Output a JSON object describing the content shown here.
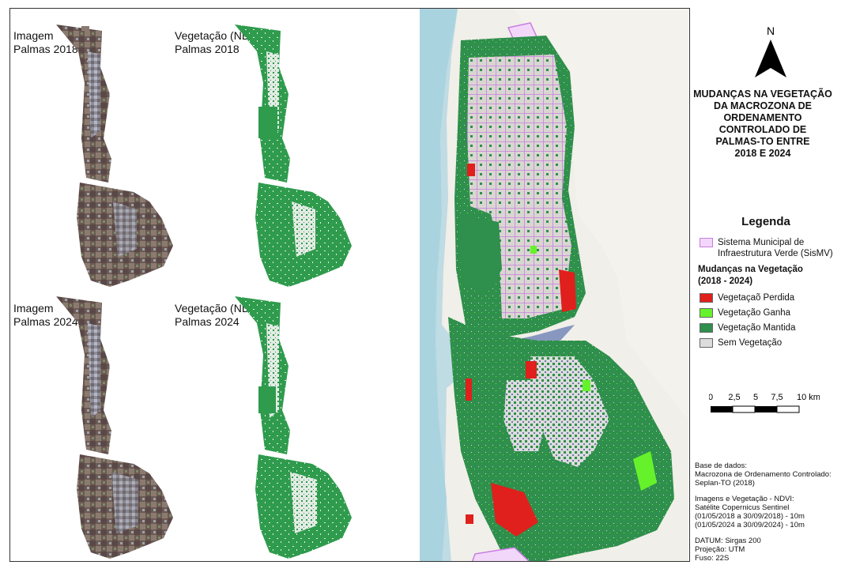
{
  "labels": {
    "img2018": [
      "Imagem",
      "Palmas 2018"
    ],
    "ndvi2018": [
      "Vegetação (NDVI)",
      "Palmas 2018"
    ],
    "img2024": [
      "Imagem",
      "Palmas 2024"
    ],
    "ndvi2024": [
      "Vegetação (NDVI)",
      "Palmas 2024"
    ]
  },
  "north": "N",
  "title": [
    "MUDANÇAS NA VEGETAÇÃO",
    "DA MACROZONA DE",
    "ORDENAMENTO",
    "CONTROLADO DE",
    "PALMAS-TO ENTRE",
    "2018 E 2024"
  ],
  "legend": {
    "title": "Legenda",
    "sismv": [
      "Sistema Municipal de",
      "Infraestrutura Verde (SisMV)"
    ],
    "subtitle": [
      "Mudanças na Vegetação",
      "(2018 - 2024)"
    ],
    "items": [
      {
        "label": "Vegetaçaõ Perdida",
        "color": "#e0201c"
      },
      {
        "label": "Vegetação Ganha",
        "color": "#66f22a"
      },
      {
        "label": "Vegetação Mantida",
        "color": "#2f8f4c"
      },
      {
        "label": "Sem Vegetação",
        "color": "#dcdcdc"
      }
    ]
  },
  "scale": {
    "ticks": [
      "0",
      "2,5",
      "5",
      "7,5",
      "10 km"
    ]
  },
  "notes": {
    "base": [
      "Base de dados:",
      "Macrozona de Ordenamento Controlado:",
      "Seplan-TO (2018)"
    ],
    "imagery": [
      "Imagens e Vegetação - NDVI:",
      "Satélite Copernicus Sentinel",
      "(01/05/2018 a 30/09/2018) - 10m",
      "(01/05/2024 a 30/09/2024) - 10m"
    ],
    "datum": [
      "DATUM: Sirgas 200",
      "Projeção: UTM",
      "Fuso: 22S"
    ]
  },
  "colors": {
    "water": "#a9d3df",
    "basemap": "#f1efe9",
    "ndvi_green": "#2f9b4d",
    "sismv": "#c77ee0",
    "sismv_fill": "#f3d7fb"
  }
}
